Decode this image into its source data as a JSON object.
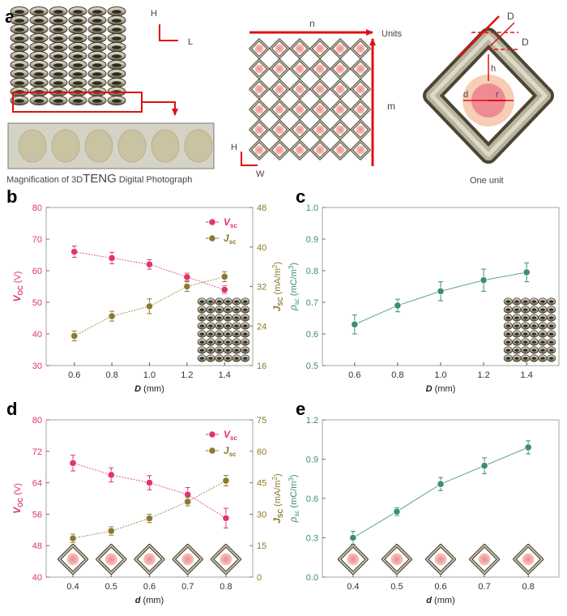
{
  "panel_a": {
    "letter": "a",
    "photo_caption_pre": "Magnification of 3D",
    "photo_caption_big": "TENG",
    "photo_caption_post": " Digital Photograph",
    "axis_h": "H",
    "axis_l": "L",
    "axis_n": "n",
    "axis_units": "Units",
    "axis_m": "m",
    "axis_w": "W",
    "unit_label_big_d": "D",
    "unit_label_small_d": "d",
    "unit_label_h": "h",
    "unit_label_r": "r",
    "unit_caption": "One unit"
  },
  "colors": {
    "voc": "#e0356b",
    "jsc": "#8b7a2e",
    "rho": "#3c8c7c",
    "frame": "#9aa896",
    "annot": "#e01010",
    "pink": "#f2a5a5"
  },
  "chart_data": [
    {
      "panel": "b",
      "type": "line",
      "x": [
        0.6,
        0.8,
        1.0,
        1.2,
        1.4
      ],
      "xlabel_main": "D",
      "xlabel_unit": " (mm)",
      "xticks": [
        "0.6",
        "0.8",
        "1.0",
        "1.2",
        "1.4"
      ],
      "xlim": [
        0.45,
        1.55
      ],
      "series": [
        {
          "name_main": "V",
          "name_sub": "sc",
          "axis": "left",
          "values": [
            66,
            64,
            62,
            58,
            54
          ],
          "err": [
            1.8,
            1.8,
            1.5,
            1.2,
            1.2
          ]
        },
        {
          "name_main": "J",
          "name_sub": "sc",
          "axis": "right",
          "values": [
            22,
            26,
            28,
            32,
            34
          ],
          "err": [
            1.0,
            1.0,
            1.5,
            1.0,
            1.0
          ]
        }
      ],
      "ylabel_left_main": "V",
      "ylabel_left_sub": "OC",
      "ylabel_left_unit": " (V)",
      "ylim_left": [
        30,
        80
      ],
      "yticks_left": [
        "30",
        "40",
        "50",
        "60",
        "70",
        "80"
      ],
      "ylabel_right_main": "J",
      "ylabel_right_sub": "SC",
      "ylabel_right_unit": " (mA/m",
      "ylabel_right_sup": "2",
      "ylabel_right_close": ")",
      "ylim_right": [
        16,
        48
      ],
      "yticks_right": [
        "16",
        "24",
        "32",
        "40",
        "48"
      ],
      "inset": "stack"
    },
    {
      "panel": "c",
      "type": "line",
      "x": [
        0.6,
        0.8,
        1.0,
        1.2,
        1.4
      ],
      "xlabel_main": "D",
      "xlabel_unit": " (mm)",
      "xticks": [
        "0.6",
        "0.8",
        "1.0",
        "1.2",
        "1.4"
      ],
      "xlim": [
        0.45,
        1.55
      ],
      "series": [
        {
          "axis": "left",
          "values": [
            0.63,
            0.69,
            0.735,
            0.77,
            0.795
          ],
          "err": [
            0.03,
            0.02,
            0.03,
            0.035,
            0.03
          ]
        }
      ],
      "ylabel_left_main": "ρ",
      "ylabel_left_sub": "sc",
      "ylabel_left_unit": " (mC/m",
      "ylabel_left_sup": "3",
      "ylabel_left_close": ")",
      "ylim_left": [
        0.5,
        1.0
      ],
      "yticks_left": [
        "0.5",
        "0.6",
        "0.7",
        "0.8",
        "0.9",
        "1.0"
      ],
      "inset": "stack"
    },
    {
      "panel": "d",
      "type": "line",
      "x": [
        0.4,
        0.5,
        0.6,
        0.7,
        0.8
      ],
      "xlabel_main": "d",
      "xlabel_unit": " (mm)",
      "xticks": [
        "0.4",
        "0.5",
        "0.6",
        "0.7",
        "0.8"
      ],
      "xlim": [
        0.33,
        0.87
      ],
      "series": [
        {
          "name_main": "V",
          "name_sub": "sc",
          "axis": "left",
          "values": [
            69,
            66,
            64,
            61,
            55
          ],
          "err": [
            2.0,
            1.8,
            1.8,
            1.8,
            2.5
          ]
        },
        {
          "name_main": "J",
          "name_sub": "sc",
          "axis": "right",
          "values": [
            18.5,
            22,
            28,
            36,
            46
          ],
          "err": [
            2.0,
            2.0,
            2.0,
            2.0,
            2.5
          ]
        }
      ],
      "ylabel_left_main": "V",
      "ylabel_left_sub": "OC",
      "ylabel_left_unit": " (V)",
      "ylim_left": [
        40,
        80
      ],
      "yticks_left": [
        "40",
        "48",
        "56",
        "64",
        "72",
        "80"
      ],
      "ylabel_right_main": "J",
      "ylabel_right_sub": "SC",
      "ylabel_right_unit": " (mA/m",
      "ylabel_right_sup": "2",
      "ylabel_right_close": ")",
      "ylim_right": [
        0,
        75
      ],
      "yticks_right": [
        "0",
        "15",
        "30",
        "45",
        "60",
        "75"
      ],
      "inset": "units"
    },
    {
      "panel": "e",
      "type": "line",
      "x": [
        0.4,
        0.5,
        0.6,
        0.7,
        0.8
      ],
      "xlabel_main": "d",
      "xlabel_unit": " (mm)",
      "xticks": [
        "0.4",
        "0.5",
        "0.6",
        "0.7",
        "0.8"
      ],
      "xlim": [
        0.33,
        0.87
      ],
      "series": [
        {
          "axis": "left",
          "values": [
            0.3,
            0.5,
            0.71,
            0.85,
            0.99
          ],
          "err": [
            0.05,
            0.03,
            0.05,
            0.06,
            0.05
          ]
        }
      ],
      "ylabel_left_main": "ρ",
      "ylabel_left_sub": "sc",
      "ylabel_left_unit": " (mC/m",
      "ylabel_left_sup": "3",
      "ylabel_left_close": ")",
      "ylim_left": [
        0.0,
        1.2
      ],
      "yticks_left": [
        "0.0",
        "0.3",
        "0.6",
        "0.9",
        "1.2"
      ],
      "inset": "units"
    }
  ]
}
